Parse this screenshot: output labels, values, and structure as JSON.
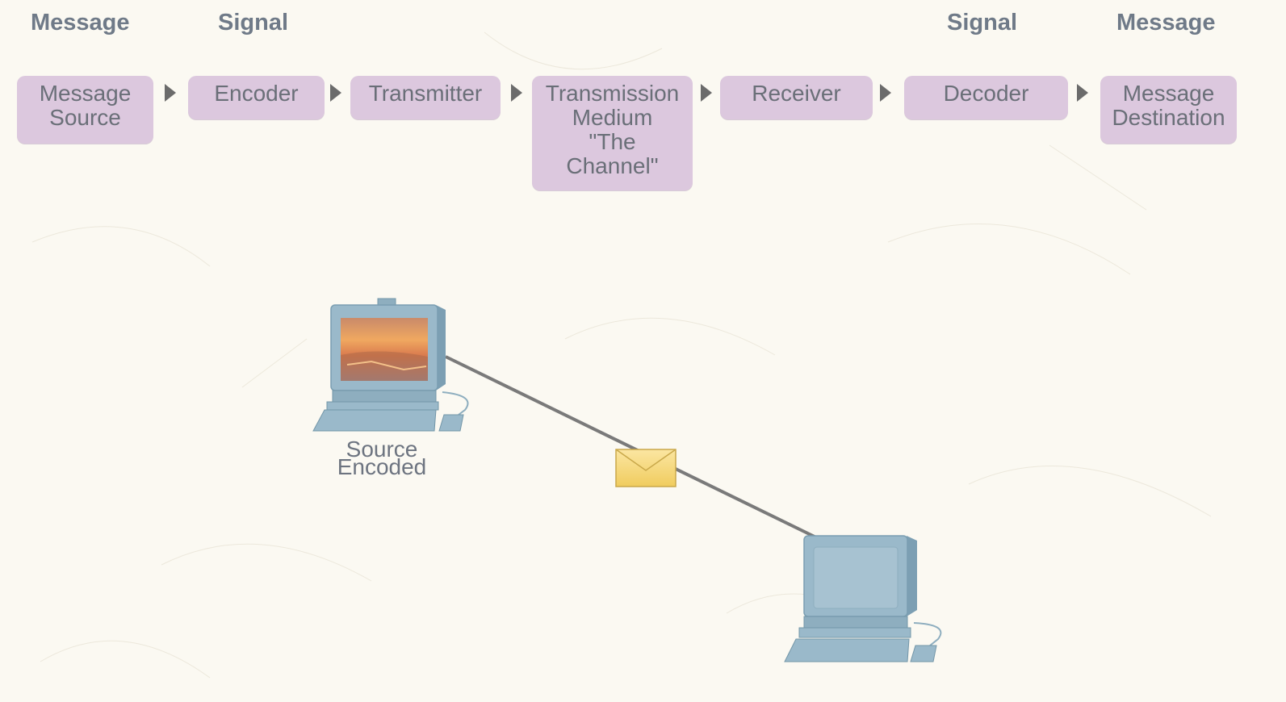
{
  "flow": {
    "top_labels": {
      "source_message": "Message",
      "source_signal": "Signal",
      "dest_signal": "Signal",
      "dest_message": "Message"
    },
    "stages": [
      {
        "label": "Message\nSource"
      },
      {
        "label": "Encoder"
      },
      {
        "label": "Transmitter"
      },
      {
        "label": "Transmission\nMedium\n\"The\nChannel\""
      },
      {
        "label": "Receiver"
      },
      {
        "label": "Decoder"
      },
      {
        "label": "Message\nDestination"
      }
    ]
  },
  "network": {
    "source_pc": {
      "icon": "desktop-computer-icon",
      "label_line1": "Source",
      "label_line2": "Encoded"
    },
    "destination_pc": {
      "icon": "desktop-computer-icon"
    },
    "link": {
      "icon": "cable-link"
    },
    "packet": {
      "icon": "envelope-icon"
    }
  },
  "colors": {
    "background": "#fbf9f2",
    "stage_fill": "#dcc8de",
    "stage_text": "#6a6f78",
    "heading_text": "#6f7a88",
    "arrow": "#6b6b6b",
    "computer": "#8eaebf",
    "envelope": "#f5d77a",
    "link": "#7a7a7a"
  }
}
